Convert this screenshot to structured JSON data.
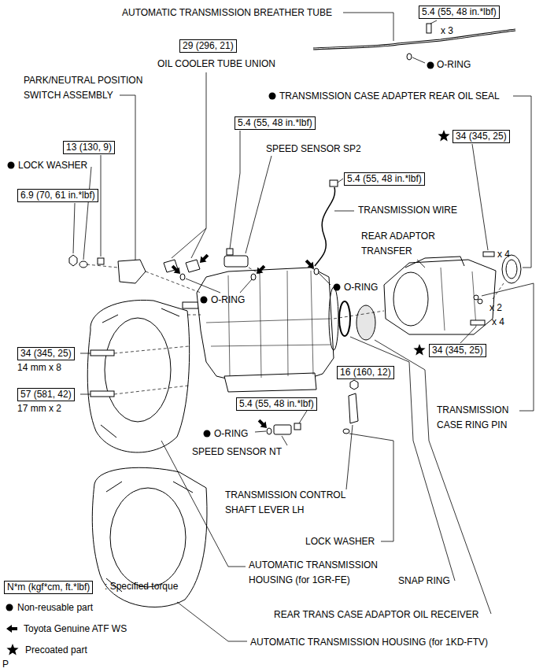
{
  "diagram": {
    "nodes": [
      {
        "text": [
          "5.4 (55, 48 in.*lbf)"
        ]
      },
      {
        "text": [
          "29 (296, 21)"
        ]
      },
      {
        "text": [
          "5.4 (55, 48 in.*lbf)"
        ]
      },
      {
        "text": [
          "34 (345, 25)"
        ]
      },
      {
        "text": [
          "13 (130, 9)"
        ]
      },
      {
        "text": [
          "5.4 (55, 48 in.*lbf)"
        ]
      },
      {
        "text": [
          "6.9 (70, 61 in.*lbf)"
        ]
      },
      {
        "text": [
          "34 (345, 25)"
        ]
      },
      {
        "text": [
          "34 (345, 25)"
        ]
      },
      {
        "text": [
          "16 (160, 12)"
        ]
      },
      {
        "text": [
          "57 (581, 42)"
        ]
      },
      {
        "text": [
          "5.4 (55, 48 in.*lbf)"
        ]
      },
      {
        "text": [
          "N*m (kgf*cm, ft.*lbf)"
        ]
      }
    ],
    "labels": [
      "AUTOMATIC TRANSMISSION BREATHER TUBE",
      "x 3",
      "OIL COOLER TUBE UNION",
      "O-RING",
      "PARK/NEUTRAL POSITION SWITCH ASSEMBLY",
      "TRANSMISSION CASE ADAPTER REAR OIL SEAL",
      "SPEED SENSOR SP2",
      "LOCK WASHER",
      "TRANSMISSION WIRE",
      "REAR ADAPTOR TRANSFER",
      "x 4",
      "O-RING",
      "O-RING",
      "x 2",
      "x 4",
      "14 mm x 8",
      "TRANSMISSION CASE RING PIN",
      "17 mm x 2",
      "O-RING",
      "SPEED SENSOR NT",
      "TRANSMISSION CONTROL SHAFT LEVER LH",
      "LOCK WASHER",
      "AUTOMATIC TRANSMISSION HOUSING (for 1GR-FE)",
      "SNAP RING",
      "REAR TRANS CASE ADAPTOR OIL RECEIVER",
      "AUTOMATIC TRANSMISSION HOUSING (for 1KD-FTV)",
      "P"
    ],
    "legend": [
      {
        "text": ": Specified torque"
      },
      {
        "text": "Non-reusable part"
      },
      {
        "text": "Toyota Genuine ATF WS"
      },
      {
        "text": "Precoated part"
      }
    ]
  }
}
